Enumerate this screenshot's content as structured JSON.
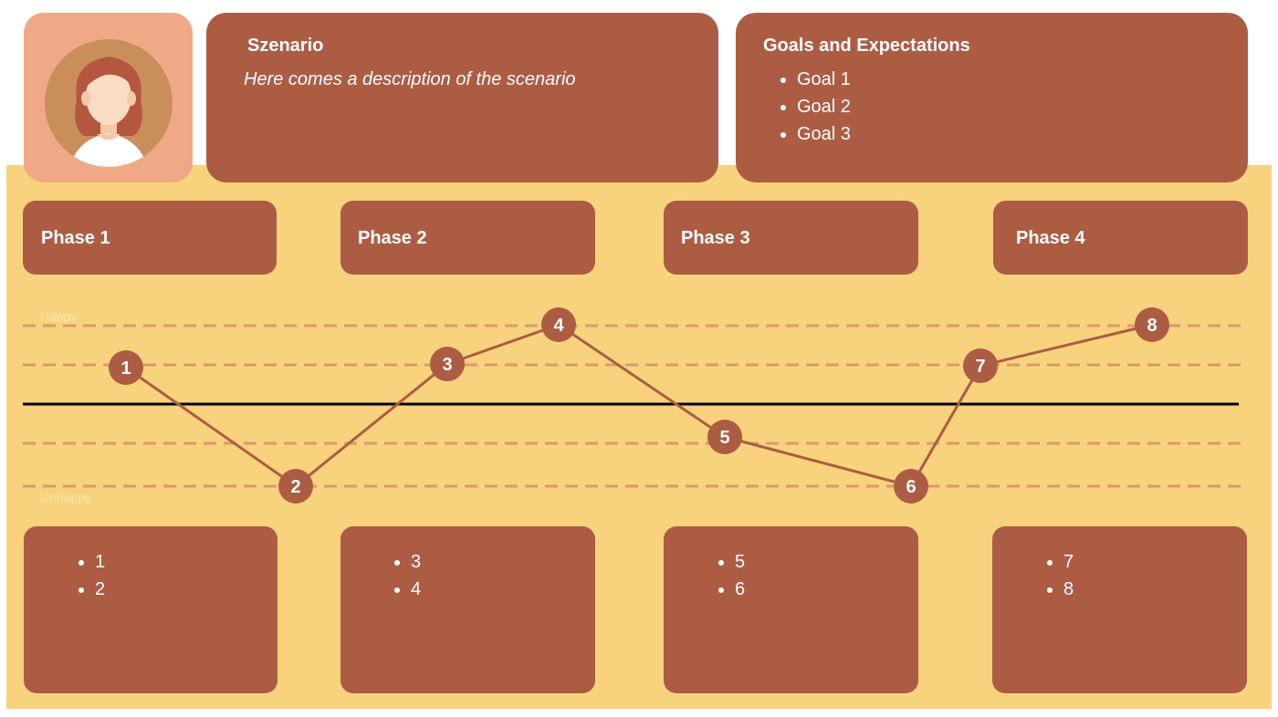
{
  "persona": {
    "icon": "persona-avatar-icon"
  },
  "scenario": {
    "title": "Szenario",
    "description": "Here comes a description of the scenario"
  },
  "goals": {
    "title": "Goals and Expectations",
    "items": [
      "Goal 1",
      "Goal 2",
      "Goal 3"
    ]
  },
  "phases": [
    {
      "label": "Phase 1",
      "notes": [
        "1",
        "2"
      ]
    },
    {
      "label": "Phase 2",
      "notes": [
        "3",
        "4"
      ]
    },
    {
      "label": "Phase 3",
      "notes": [
        "5",
        "6"
      ]
    },
    {
      "label": "Phase 4",
      "notes": [
        "7",
        "8"
      ]
    }
  ],
  "levels": {
    "top": "Happy",
    "bottom": "Unhappy"
  },
  "journey": {
    "points": [
      {
        "label": "1",
        "level": 1
      },
      {
        "label": "2",
        "level": -2
      },
      {
        "label": "3",
        "level": 1
      },
      {
        "label": "4",
        "level": 2
      },
      {
        "label": "5",
        "level": -1
      },
      {
        "label": "6",
        "level": -2
      },
      {
        "label": "7",
        "level": 1
      },
      {
        "label": "8",
        "level": 2
      }
    ]
  },
  "colors": {
    "card": "#ad5c44",
    "background": "#f9d27d",
    "avatar_bg": "#f0a986",
    "dashed_line": "#d99a6c",
    "baseline": "#000000"
  }
}
